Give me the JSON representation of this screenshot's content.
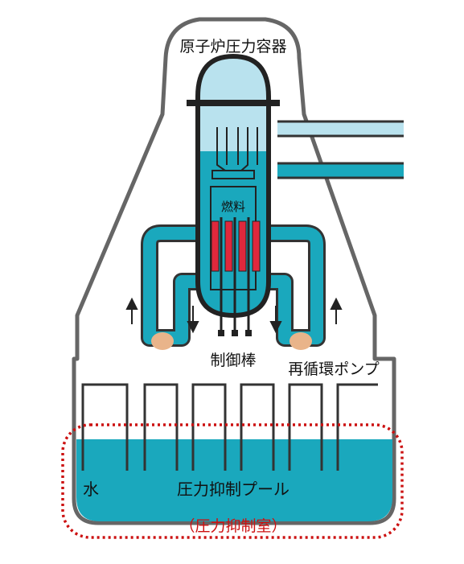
{
  "labels": {
    "vessel": "原子炉圧力容器",
    "fuel": "燃料",
    "control_rods": "制御棒",
    "recirc_pump": "再循環ポンプ",
    "water": "水",
    "pool": "圧力抑制プール",
    "chamber": "（圧力抑制室）"
  },
  "colors": {
    "outline": "#666666",
    "water": "#1aa8bd",
    "steam": "#b9e2ee",
    "fuel": "#e0283c",
    "pump": "#e9b48a",
    "chamber_dash": "#cc1111"
  }
}
